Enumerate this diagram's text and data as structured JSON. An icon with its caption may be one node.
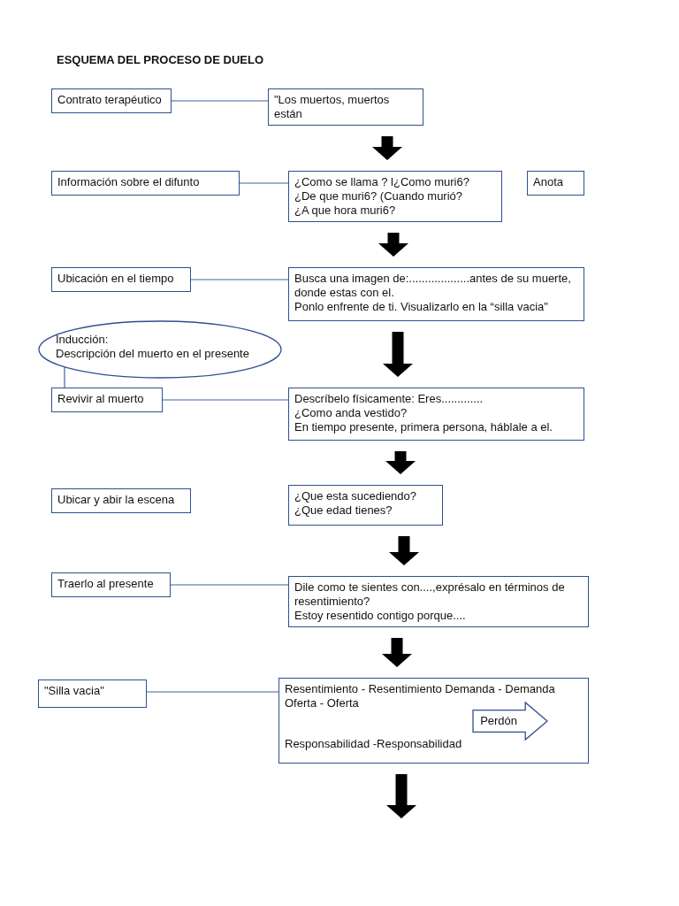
{
  "diagram": {
    "title": "ESQUEMA DEL PROCESO DE DUELO",
    "nodes": [
      {
        "text": [
          "Contrato terapéutico"
        ]
      },
      {
        "text": [
          "\"Los muertos, muertos están"
        ]
      },
      {
        "text": [
          "Información sobre el difunto"
        ]
      },
      {
        "text": [
          "¿Como se llama ? l¿Como muri6?",
          "¿De que muri6? (Cuando murió?",
          "¿A que hora muri6?"
        ]
      },
      {
        "text": [
          "Anota"
        ]
      },
      {
        "text": [
          "Ubicación en el tiempo"
        ]
      },
      {
        "text": [
          "Busca una imagen de:...................antes de su muerte, donde estas con el.",
          "Ponlo enfrente de ti. Visualizarlo en la “silla vacia\""
        ]
      },
      {
        "text": [
          "Inducción:",
          "Descripción del muerto en el presente"
        ]
      },
      {
        "text": [
          "Revivir al muerto"
        ]
      },
      {
        "text": [
          "Descríbelo   físicamente: Eres.............",
          "¿Como anda vestido?",
          "En tiempo presente, primera persona, háblale a el."
        ]
      },
      {
        "text": [
          "Ubicar y abir la escena"
        ]
      },
      {
        "text": [
          "¿Que esta sucediendo?",
          "¿Que edad tienes?"
        ]
      },
      {
        "text": [
          "Traerlo al presente"
        ]
      },
      {
        "text": [
          "Dile como te sientes con....,exprésalo en términos de resentimiento?",
          "Estoy resentido contigo porque...."
        ]
      },
      {
        "text": [
          "\"Silla vacia\""
        ]
      },
      {
        "text": [
          "Resentimiento - Resentimiento Demanda - Demanda",
          "Oferta - Oferta",
          "Responsabilidad -Responsabilidad"
        ]
      },
      {
        "text": [
          "Perdón"
        ],
        "in": 15
      }
    ],
    "edges": [
      {
        "from": 0,
        "to": 1,
        "arrow": "none"
      },
      {
        "from": 1,
        "to": 3,
        "arrow": "to",
        "style": "thick",
        "color": "#000000"
      },
      {
        "from": 2,
        "to": 3,
        "arrow": "none"
      },
      {
        "from": 3,
        "to": 6,
        "arrow": "to",
        "style": "thick",
        "color": "#000000"
      },
      {
        "from": 5,
        "to": 6,
        "arrow": "none"
      },
      {
        "from": 6,
        "to": 9,
        "arrow": "to",
        "style": "thick",
        "color": "#000000"
      },
      {
        "from": 7,
        "to": 8,
        "arrow": "none"
      },
      {
        "from": 8,
        "to": 9,
        "arrow": "none"
      },
      {
        "from": 9,
        "to": 11,
        "arrow": "to",
        "style": "thick",
        "color": "#000000"
      },
      {
        "from": 11,
        "to": 13,
        "arrow": "to",
        "style": "thick",
        "color": "#000000"
      },
      {
        "from": 12,
        "to": 13,
        "arrow": "none"
      },
      {
        "from": 13,
        "to": 15,
        "arrow": "to",
        "style": "thick",
        "color": "#000000"
      },
      {
        "from": 14,
        "to": 15,
        "arrow": "none"
      },
      {
        "from": 15,
        "to": null,
        "arrow": "to",
        "style": "thick",
        "color": "#000000"
      }
    ]
  }
}
